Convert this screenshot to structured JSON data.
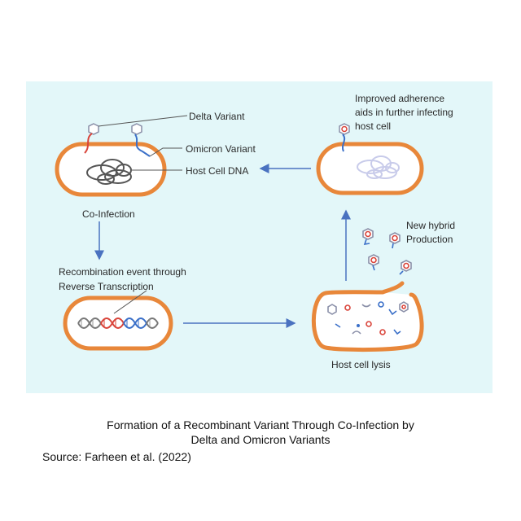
{
  "diagram": {
    "labels": {
      "delta_variant": "Delta Variant",
      "omicron_variant": "Omicron Variant",
      "host_cell_dna": "Host Cell DNA",
      "co_infection": "Co-Infection",
      "recombination_line1": "Recombination event through",
      "recombination_line2": "Reverse Transcription",
      "host_cell_lysis": "Host cell lysis",
      "new_hybrid_line1": "New hybrid",
      "new_hybrid_line2": "Production",
      "improved_line1": "Improved adherence",
      "improved_line2": "aids in further infecting",
      "improved_line3": "host cell"
    },
    "colors": {
      "panel": "#e3f7f9",
      "cell_border": "#e8873a",
      "arrow": "#4a72c0",
      "delta": "#d9443a",
      "omicron": "#3a6fc8"
    }
  },
  "caption": {
    "line1": "Formation of a Recombinant Variant Through Co-Infection by",
    "line2": "Delta and Omicron Variants"
  },
  "source": "Source: Farheen et al. (2022)"
}
